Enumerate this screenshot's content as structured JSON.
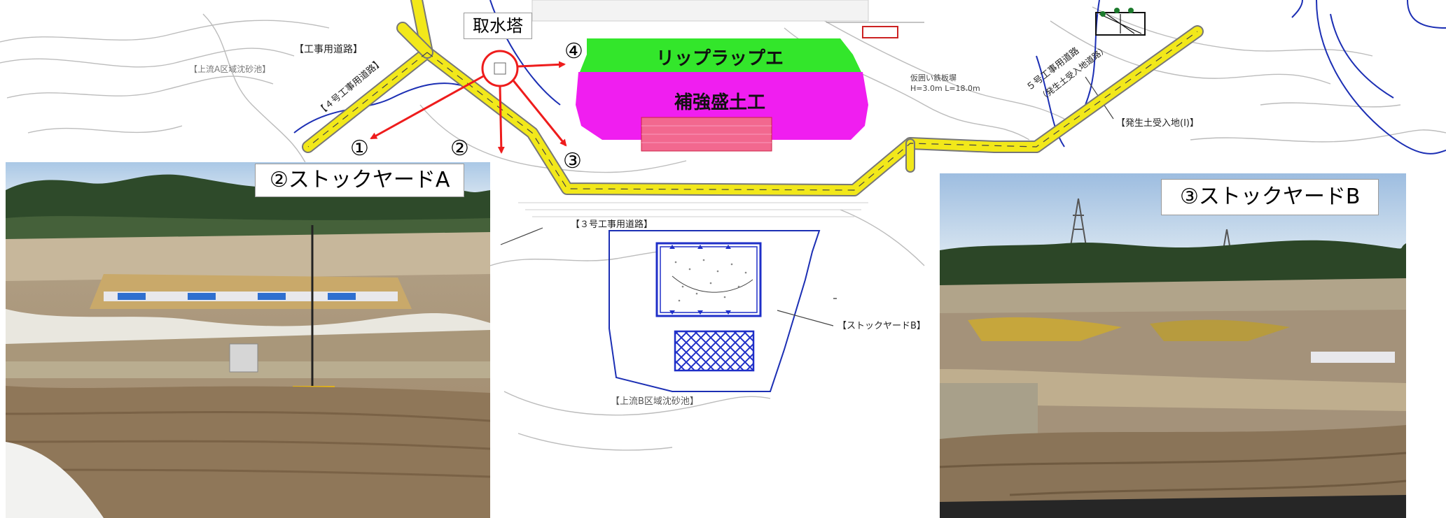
{
  "labels": {
    "intake_tower": "取水塔",
    "riprap": "リップラップエ",
    "reinforced_fill": "補強盛土工",
    "num1": "①",
    "num2": "②",
    "num3": "③",
    "num4": "④",
    "photo_a_caption": "②ストックヤードA",
    "photo_b_caption": "③ストックヤードB"
  },
  "map_text": {
    "road_construction": "【工事用道路】",
    "road4": "【４号工事用道路】",
    "upstream_a": "【上流A区域沈砂池】",
    "road3": "【３号工事用道路】",
    "upstream_b": "【上流B区域沈砂池】",
    "stockyard_b": "【ストックヤードB】",
    "road5_a": "５号工事用道路",
    "road5_b": "（発生土受入地道路）",
    "soil_site1": "【発生土受入地(Ⅰ)】",
    "sheetpile_spec": "仮囲い鉄板塀",
    "sheetpile_dims": "H=3.0m  L=18.0m"
  },
  "colors": {
    "road_yellow": "#f2e81a",
    "riprap_green": "#33e62b",
    "fill_magenta": "#f01ef0",
    "arrow_red": "#ee1c1c",
    "yard_blue": "#1f2fc8",
    "boundary_blue": "#1c2fb4"
  }
}
